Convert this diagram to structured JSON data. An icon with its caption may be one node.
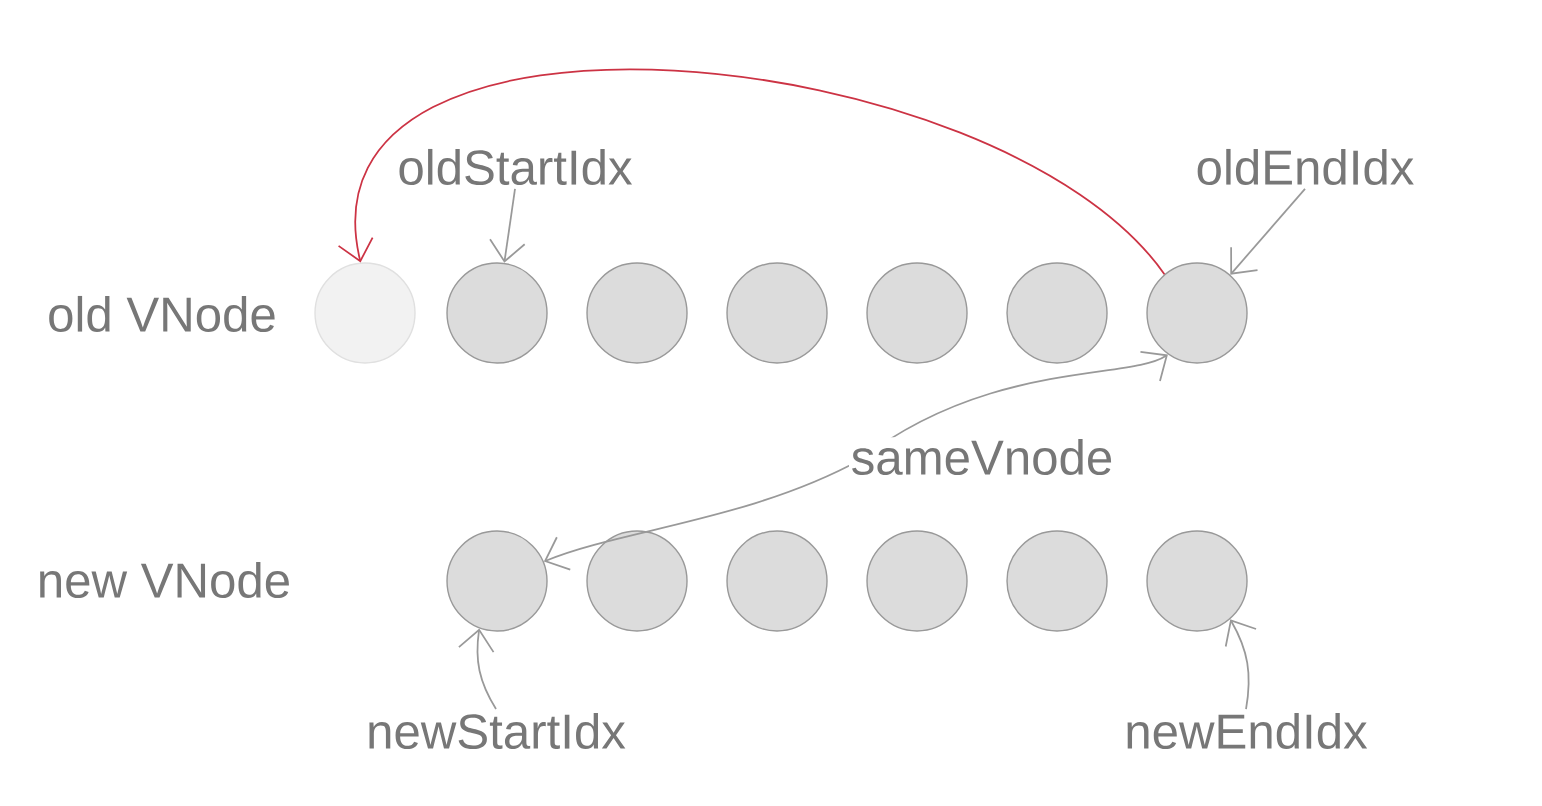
{
  "diagram": {
    "nodes": [
      {
        "text": [
          "oldStartIdx"
        ]
      },
      {
        "text": [
          "oldEndIdx"
        ]
      },
      {
        "text": [],
        "shape": "circle"
      },
      {
        "text": [],
        "shape": "circle"
      },
      {
        "text": [],
        "shape": "circle"
      },
      {
        "text": [],
        "shape": "circle"
      },
      {
        "text": [],
        "shape": "circle"
      },
      {
        "text": [],
        "shape": "circle"
      },
      {
        "text": [],
        "shape": "circle"
      },
      {
        "text": [],
        "shape": "circle"
      },
      {
        "text": [],
        "shape": "circle"
      },
      {
        "text": [],
        "shape": "circle"
      },
      {
        "text": [],
        "shape": "circle"
      },
      {
        "text": [],
        "shape": "circle"
      },
      {
        "text": [],
        "shape": "circle"
      },
      {
        "text": [
          "newStartIdx"
        ]
      },
      {
        "text": [
          "newEndIdx"
        ]
      }
    ],
    "edges": [
      {
        "from": 8,
        "to": 2,
        "arrow": "to",
        "color": "#cc3344"
      },
      {
        "from": 0,
        "to": 3,
        "arrow": "to"
      },
      {
        "from": 1,
        "to": 8,
        "arrow": "to"
      },
      {
        "from": 8,
        "to": 9,
        "arrow": "both",
        "label": "sameVnode"
      },
      {
        "from": 15,
        "to": 9,
        "arrow": "to"
      },
      {
        "from": 16,
        "to": 14,
        "arrow": "to"
      }
    ],
    "labels": [
      "old VNode",
      "new VNode"
    ]
  }
}
